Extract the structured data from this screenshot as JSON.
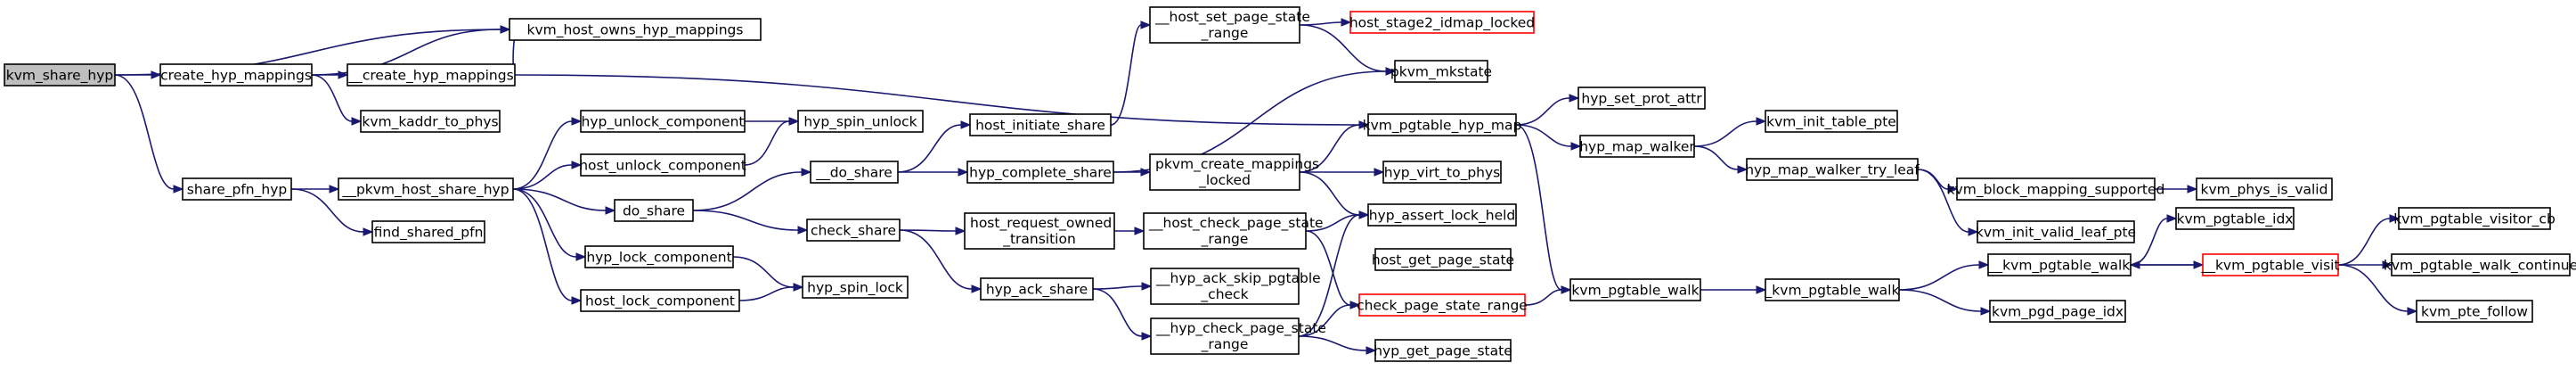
{
  "graph": {
    "nodes": [
      {
        "id": "kvm_share_hyp",
        "lines": [
          "kvm_share_hyp"
        ],
        "style": "root"
      },
      {
        "id": "create_hyp_mappings",
        "lines": [
          "create_hyp_mappings"
        ]
      },
      {
        "id": "kvm_host_owns_hyp_mappings",
        "lines": [
          "kvm_host_owns_hyp_mappings"
        ]
      },
      {
        "id": "__create_hyp_mappings",
        "lines": [
          "__create_hyp_mappings"
        ]
      },
      {
        "id": "kvm_kaddr_to_phys",
        "lines": [
          "kvm_kaddr_to_phys"
        ]
      },
      {
        "id": "share_pfn_hyp",
        "lines": [
          "share_pfn_hyp"
        ]
      },
      {
        "id": "__pkvm_host_share_hyp",
        "lines": [
          "__pkvm_host_share_hyp"
        ]
      },
      {
        "id": "find_shared_pfn",
        "lines": [
          "find_shared_pfn"
        ]
      },
      {
        "id": "hyp_unlock_component",
        "lines": [
          "hyp_unlock_component"
        ]
      },
      {
        "id": "host_unlock_component",
        "lines": [
          "host_unlock_component"
        ]
      },
      {
        "id": "do_share",
        "lines": [
          "do_share"
        ]
      },
      {
        "id": "hyp_lock_component",
        "lines": [
          "hyp_lock_component"
        ]
      },
      {
        "id": "host_lock_component",
        "lines": [
          "host_lock_component"
        ]
      },
      {
        "id": "hyp_spin_unlock",
        "lines": [
          "hyp_spin_unlock"
        ]
      },
      {
        "id": "hyp_spin_lock",
        "lines": [
          "hyp_spin_lock"
        ]
      },
      {
        "id": "__do_share",
        "lines": [
          "__do_share"
        ]
      },
      {
        "id": "check_share",
        "lines": [
          "check_share"
        ]
      },
      {
        "id": "host_initiate_share",
        "lines": [
          "host_initiate_share"
        ]
      },
      {
        "id": "hyp_complete_share",
        "lines": [
          "hyp_complete_share"
        ]
      },
      {
        "id": "host_request_owned_transition",
        "lines": [
          "host_request_owned",
          "_transition"
        ]
      },
      {
        "id": "hyp_ack_share",
        "lines": [
          "hyp_ack_share"
        ]
      },
      {
        "id": "__host_set_page_state_range",
        "lines": [
          "__host_set_page_state",
          "_range"
        ]
      },
      {
        "id": "host_stage2_idmap_locked",
        "lines": [
          "host_stage2_idmap_locked"
        ],
        "style": "red"
      },
      {
        "id": "pkvm_mkstate",
        "lines": [
          "pkvm_mkstate"
        ]
      },
      {
        "id": "pkvm_create_mappings_locked",
        "lines": [
          "pkvm_create_mappings",
          "_locked"
        ]
      },
      {
        "id": "__host_check_page_state_range",
        "lines": [
          "__host_check_page_state",
          "_range"
        ]
      },
      {
        "id": "__hyp_ack_skip_pgtable_check",
        "lines": [
          "__hyp_ack_skip_pgtable",
          "_check"
        ]
      },
      {
        "id": "__hyp_check_page_state_range",
        "lines": [
          "__hyp_check_page_state",
          "_range"
        ]
      },
      {
        "id": "kvm_pgtable_hyp_map",
        "lines": [
          "kvm_pgtable_hyp_map"
        ]
      },
      {
        "id": "hyp_virt_to_phys",
        "lines": [
          "hyp_virt_to_phys"
        ]
      },
      {
        "id": "hyp_assert_lock_held",
        "lines": [
          "hyp_assert_lock_held"
        ]
      },
      {
        "id": "host_get_page_state",
        "lines": [
          "host_get_page_state"
        ]
      },
      {
        "id": "check_page_state_range",
        "lines": [
          "check_page_state_range"
        ],
        "style": "red"
      },
      {
        "id": "hyp_get_page_state",
        "lines": [
          "hyp_get_page_state"
        ]
      },
      {
        "id": "hyp_set_prot_attr",
        "lines": [
          "hyp_set_prot_attr"
        ]
      },
      {
        "id": "hyp_map_walker",
        "lines": [
          "hyp_map_walker"
        ]
      },
      {
        "id": "kvm_pgtable_walk",
        "lines": [
          "kvm_pgtable_walk"
        ]
      },
      {
        "id": "kvm_init_table_pte",
        "lines": [
          "kvm_init_table_pte"
        ]
      },
      {
        "id": "hyp_map_walker_try_leaf",
        "lines": [
          "hyp_map_walker_try_leaf"
        ]
      },
      {
        "id": "_kvm_pgtable_walk",
        "lines": [
          "_kvm_pgtable_walk"
        ]
      },
      {
        "id": "kvm_block_mapping_supported",
        "lines": [
          "kvm_block_mapping_supported"
        ]
      },
      {
        "id": "kvm_init_valid_leaf_pte",
        "lines": [
          "kvm_init_valid_leaf_pte"
        ]
      },
      {
        "id": "kvm_phys_is_valid",
        "lines": [
          "kvm_phys_is_valid"
        ]
      },
      {
        "id": "__kvm_pgtable_walk",
        "lines": [
          "__kvm_pgtable_walk"
        ]
      },
      {
        "id": "kvm_pgd_page_idx",
        "lines": [
          "kvm_pgd_page_idx"
        ]
      },
      {
        "id": "kvm_pgtable_idx",
        "lines": [
          "kvm_pgtable_idx"
        ]
      },
      {
        "id": "__kvm_pgtable_visit",
        "lines": [
          "__kvm_pgtable_visit"
        ],
        "style": "red"
      },
      {
        "id": "kvm_pgtable_visitor_cb",
        "lines": [
          "kvm_pgtable_visitor_cb"
        ]
      },
      {
        "id": "kvm_pgtable_walk_continue",
        "lines": [
          "kvm_pgtable_walk_continue"
        ]
      },
      {
        "id": "kvm_pte_follow",
        "lines": [
          "kvm_pte_follow"
        ]
      }
    ],
    "edges": [
      [
        "kvm_share_hyp",
        "create_hyp_mappings"
      ],
      [
        "kvm_share_hyp",
        "kvm_host_owns_hyp_mappings"
      ],
      [
        "kvm_share_hyp",
        "share_pfn_hyp"
      ],
      [
        "create_hyp_mappings",
        "kvm_host_owns_hyp_mappings"
      ],
      [
        "create_hyp_mappings",
        "__create_hyp_mappings"
      ],
      [
        "create_hyp_mappings",
        "kvm_kaddr_to_phys"
      ],
      [
        "__create_hyp_mappings",
        "kvm_host_owns_hyp_mappings"
      ],
      [
        "__create_hyp_mappings",
        "kvm_pgtable_hyp_map"
      ],
      [
        "share_pfn_hyp",
        "__pkvm_host_share_hyp"
      ],
      [
        "share_pfn_hyp",
        "find_shared_pfn"
      ],
      [
        "__pkvm_host_share_hyp",
        "hyp_unlock_component"
      ],
      [
        "__pkvm_host_share_hyp",
        "host_unlock_component"
      ],
      [
        "__pkvm_host_share_hyp",
        "do_share"
      ],
      [
        "__pkvm_host_share_hyp",
        "hyp_lock_component"
      ],
      [
        "__pkvm_host_share_hyp",
        "host_lock_component"
      ],
      [
        "hyp_unlock_component",
        "hyp_spin_unlock"
      ],
      [
        "host_unlock_component",
        "hyp_spin_unlock"
      ],
      [
        "hyp_lock_component",
        "hyp_spin_lock"
      ],
      [
        "host_lock_component",
        "hyp_spin_lock"
      ],
      [
        "do_share",
        "__do_share"
      ],
      [
        "do_share",
        "check_share"
      ],
      [
        "__do_share",
        "host_initiate_share"
      ],
      [
        "__do_share",
        "hyp_complete_share"
      ],
      [
        "check_share",
        "host_request_owned_transition"
      ],
      [
        "check_share",
        "hyp_ack_share"
      ],
      [
        "host_initiate_share",
        "__host_set_page_state_range"
      ],
      [
        "hyp_complete_share",
        "pkvm_mkstate"
      ],
      [
        "hyp_complete_share",
        "pkvm_create_mappings_locked"
      ],
      [
        "__host_set_page_state_range",
        "host_stage2_idmap_locked"
      ],
      [
        "__host_set_page_state_range",
        "pkvm_mkstate"
      ],
      [
        "host_request_owned_transition",
        "__host_check_page_state_range"
      ],
      [
        "hyp_ack_share",
        "__hyp_ack_skip_pgtable_check"
      ],
      [
        "hyp_ack_share",
        "__hyp_check_page_state_range"
      ],
      [
        "pkvm_create_mappings_locked",
        "kvm_pgtable_hyp_map"
      ],
      [
        "pkvm_create_mappings_locked",
        "hyp_virt_to_phys"
      ],
      [
        "pkvm_create_mappings_locked",
        "hyp_assert_lock_held"
      ],
      [
        "__host_check_page_state_range",
        "hyp_assert_lock_held"
      ],
      [
        "__host_check_page_state_range",
        "check_page_state_range"
      ],
      [
        "__hyp_check_page_state_range",
        "hyp_assert_lock_held"
      ],
      [
        "__hyp_check_page_state_range",
        "check_page_state_range"
      ],
      [
        "__hyp_check_page_state_range",
        "hyp_get_page_state"
      ],
      [
        "check_page_state_range",
        "kvm_pgtable_walk"
      ],
      [
        "kvm_pgtable_hyp_map",
        "hyp_set_prot_attr"
      ],
      [
        "kvm_pgtable_hyp_map",
        "hyp_map_walker"
      ],
      [
        "kvm_pgtable_hyp_map",
        "kvm_pgtable_walk"
      ],
      [
        "hyp_map_walker",
        "kvm_init_table_pte"
      ],
      [
        "hyp_map_walker",
        "hyp_map_walker_try_leaf"
      ],
      [
        "hyp_map_walker_try_leaf",
        "kvm_block_mapping_supported"
      ],
      [
        "hyp_map_walker_try_leaf",
        "kvm_init_valid_leaf_pte"
      ],
      [
        "kvm_block_mapping_supported",
        "kvm_phys_is_valid"
      ],
      [
        "kvm_pgtable_walk",
        "_kvm_pgtable_walk"
      ],
      [
        "_kvm_pgtable_walk",
        "__kvm_pgtable_walk"
      ],
      [
        "_kvm_pgtable_walk",
        "kvm_pgd_page_idx"
      ],
      [
        "__kvm_pgtable_walk",
        "kvm_pgtable_idx"
      ],
      [
        "__kvm_pgtable_walk",
        "__kvm_pgtable_visit"
      ],
      [
        "__kvm_pgtable_visit",
        "__kvm_pgtable_walk"
      ],
      [
        "__kvm_pgtable_visit",
        "kvm_pgtable_visitor_cb"
      ],
      [
        "__kvm_pgtable_visit",
        "kvm_pgtable_walk_continue"
      ],
      [
        "__kvm_pgtable_visit",
        "kvm_pte_follow"
      ]
    ]
  }
}
